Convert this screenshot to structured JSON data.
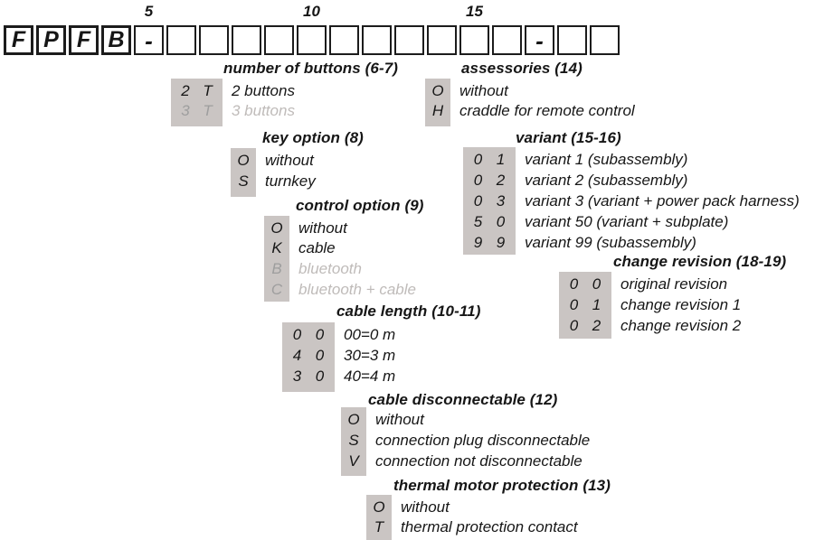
{
  "code_row": {
    "boxes": [
      "F",
      "P",
      "F",
      "B",
      "-",
      "",
      "",
      "",
      "",
      "",
      "",
      "",
      "",
      "",
      "",
      "",
      "-",
      "",
      ""
    ],
    "position_labels": [
      {
        "label": "5",
        "box_index": 5
      },
      {
        "label": "10",
        "box_index": 10
      },
      {
        "label": "15",
        "box_index": 15
      }
    ]
  },
  "sections": [
    {
      "id": "number-of-buttons",
      "title": "number of buttons (6-7)",
      "rows": [
        {
          "code": [
            "2",
            "T"
          ],
          "desc": "2 buttons",
          "disabled": false
        },
        {
          "code": [
            "3",
            "T"
          ],
          "desc": "3 buttons",
          "disabled": true
        }
      ]
    },
    {
      "id": "accessories",
      "title": "assessories (14)",
      "rows": [
        {
          "code": [
            "O"
          ],
          "desc": "without",
          "disabled": false
        },
        {
          "code": [
            "H"
          ],
          "desc": "craddle for remote control",
          "disabled": false
        }
      ]
    },
    {
      "id": "key-option",
      "title": "key option (8)",
      "rows": [
        {
          "code": [
            "O"
          ],
          "desc": "without",
          "disabled": false
        },
        {
          "code": [
            "S"
          ],
          "desc": "turnkey",
          "disabled": false
        }
      ]
    },
    {
      "id": "variant",
      "title": "variant (15-16)",
      "rows": [
        {
          "code": [
            "0",
            "1"
          ],
          "desc": "variant 1 (subassembly)",
          "disabled": false
        },
        {
          "code": [
            "0",
            "2"
          ],
          "desc": "variant 2 (subassembly)",
          "disabled": false
        },
        {
          "code": [
            "0",
            "3"
          ],
          "desc": "variant 3 (variant + power pack harness)",
          "disabled": false
        },
        {
          "code": [
            "5",
            "0"
          ],
          "desc": "variant 50 (variant + subplate)",
          "disabled": false
        },
        {
          "code": [
            "9",
            "9"
          ],
          "desc": "variant 99 (subassembly)",
          "disabled": false
        }
      ]
    },
    {
      "id": "control-option",
      "title": "control option (9)",
      "rows": [
        {
          "code": [
            "O"
          ],
          "desc": "without",
          "disabled": false
        },
        {
          "code": [
            "K"
          ],
          "desc": "cable",
          "disabled": false
        },
        {
          "code": [
            "B"
          ],
          "desc": "bluetooth",
          "disabled": true
        },
        {
          "code": [
            "C"
          ],
          "desc": "bluetooth + cable",
          "disabled": true
        }
      ]
    },
    {
      "id": "change-revision",
      "title": "change revision (18-19)",
      "rows": [
        {
          "code": [
            "0",
            "0"
          ],
          "desc": "original revision",
          "disabled": false
        },
        {
          "code": [
            "0",
            "1"
          ],
          "desc": "change revision 1",
          "disabled": false
        },
        {
          "code": [
            "0",
            "2"
          ],
          "desc": "change revision 2",
          "disabled": false
        }
      ]
    },
    {
      "id": "cable-length",
      "title": "cable length (10-11)",
      "rows": [
        {
          "code": [
            "0",
            "0"
          ],
          "desc": "00=0 m",
          "disabled": false
        },
        {
          "code": [
            "4",
            "0"
          ],
          "desc": "30=3 m",
          "disabled": false
        },
        {
          "code": [
            "3",
            "0"
          ],
          "desc": "40=4 m",
          "disabled": false
        }
      ]
    },
    {
      "id": "cable-disconnectable",
      "title": "cable disconnectable (12)",
      "rows": [
        {
          "code": [
            "O"
          ],
          "desc": "without",
          "disabled": false
        },
        {
          "code": [
            "S"
          ],
          "desc": "connection plug disconnectable",
          "disabled": false
        },
        {
          "code": [
            "V"
          ],
          "desc": "connection not disconnectable",
          "disabled": false
        }
      ]
    },
    {
      "id": "thermal-motor-protection",
      "title": "thermal motor protection (13)",
      "rows": [
        {
          "code": [
            "O"
          ],
          "desc": "without",
          "disabled": false
        },
        {
          "code": [
            "T"
          ],
          "desc": "thermal protection contact",
          "disabled": false
        }
      ]
    }
  ],
  "colors": {
    "code_column_bg": "#cac5c3",
    "text": "#161616",
    "disabled_code": "#9e9e9e",
    "disabled_text": "#bfbbb9"
  }
}
